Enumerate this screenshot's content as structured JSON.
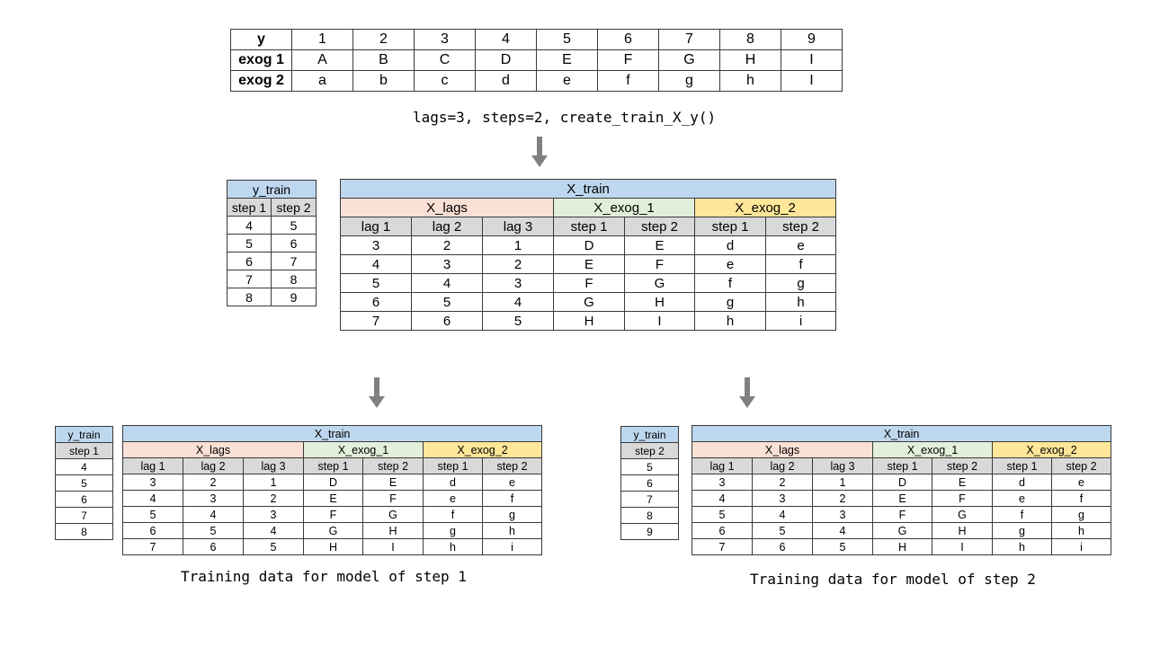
{
  "input_table": {
    "rows": [
      {
        "label": "y",
        "values": [
          "1",
          "2",
          "3",
          "4",
          "5",
          "6",
          "7",
          "8",
          "9"
        ]
      },
      {
        "label": "exog 1",
        "values": [
          "A",
          "B",
          "C",
          "D",
          "E",
          "F",
          "G",
          "H",
          "I"
        ]
      },
      {
        "label": "exog 2",
        "values": [
          "a",
          "b",
          "c",
          "d",
          "e",
          "f",
          "g",
          "h",
          "I"
        ]
      }
    ]
  },
  "caption_top": "lags=3, steps=2, create_train_X_y()",
  "mid": {
    "y_train": {
      "title": "y_train",
      "headers": [
        "step 1",
        "step 2"
      ],
      "rows": [
        [
          "4",
          "5"
        ],
        [
          "5",
          "6"
        ],
        [
          "6",
          "7"
        ],
        [
          "7",
          "8"
        ],
        [
          "8",
          "9"
        ]
      ]
    },
    "x_train": {
      "title": "X_train",
      "groups": [
        "X_lags",
        "X_exog_1",
        "X_exog_2"
      ],
      "headers": [
        "lag 1",
        "lag 2",
        "lag 3",
        "step 1",
        "step 2",
        "step 1",
        "step 2"
      ],
      "rows": [
        [
          "3",
          "2",
          "1",
          "D",
          "E",
          "d",
          "e"
        ],
        [
          "4",
          "3",
          "2",
          "E",
          "F",
          "e",
          "f"
        ],
        [
          "5",
          "4",
          "3",
          "F",
          "G",
          "f",
          "g"
        ],
        [
          "6",
          "5",
          "4",
          "G",
          "H",
          "g",
          "h"
        ],
        [
          "7",
          "6",
          "5",
          "H",
          "I",
          "h",
          "i"
        ]
      ]
    }
  },
  "bottom_left": {
    "y_train": {
      "title": "y_train",
      "header": "step 1",
      "rows": [
        "4",
        "5",
        "6",
        "7",
        "8"
      ]
    },
    "x_train": {
      "title": "X_train",
      "groups": [
        "X_lags",
        "X_exog_1",
        "X_exog_2"
      ],
      "headers": [
        "lag 1",
        "lag 2",
        "lag 3",
        "step 1",
        "step 2",
        "step 1",
        "step 2"
      ],
      "rows": [
        [
          "3",
          "2",
          "1",
          "D",
          "E",
          "d",
          "e"
        ],
        [
          "4",
          "3",
          "2",
          "E",
          "F",
          "e",
          "f"
        ],
        [
          "5",
          "4",
          "3",
          "F",
          "G",
          "f",
          "g"
        ],
        [
          "6",
          "5",
          "4",
          "G",
          "H",
          "g",
          "h"
        ],
        [
          "7",
          "6",
          "5",
          "H",
          "I",
          "h",
          "i"
        ]
      ]
    },
    "caption": "Training data for model of step 1"
  },
  "bottom_right": {
    "y_train": {
      "title": "y_train",
      "header": "step 2",
      "rows": [
        "5",
        "6",
        "7",
        "8",
        "9"
      ]
    },
    "x_train": {
      "title": "X_train",
      "groups": [
        "X_lags",
        "X_exog_1",
        "X_exog_2"
      ],
      "headers": [
        "lag 1",
        "lag 2",
        "lag 3",
        "step 1",
        "step 2",
        "step 1",
        "step 2"
      ],
      "rows": [
        [
          "3",
          "2",
          "1",
          "D",
          "E",
          "d",
          "e"
        ],
        [
          "4",
          "3",
          "2",
          "E",
          "F",
          "e",
          "f"
        ],
        [
          "5",
          "4",
          "3",
          "F",
          "G",
          "f",
          "g"
        ],
        [
          "6",
          "5",
          "4",
          "G",
          "H",
          "g",
          "h"
        ],
        [
          "7",
          "6",
          "5",
          "H",
          "I",
          "h",
          "i"
        ]
      ]
    },
    "caption": "Training data for model of step 2"
  },
  "colors": {
    "x_train_header": "#bdd7ee",
    "x_lags": "#fbe0d6",
    "x_exog_1": "#e2efda",
    "x_exog_2": "#ffe699",
    "subheader": "#d9d9d9",
    "arrow": "#808080"
  },
  "icons": {
    "flow_arrow": "down-arrow-icon"
  }
}
